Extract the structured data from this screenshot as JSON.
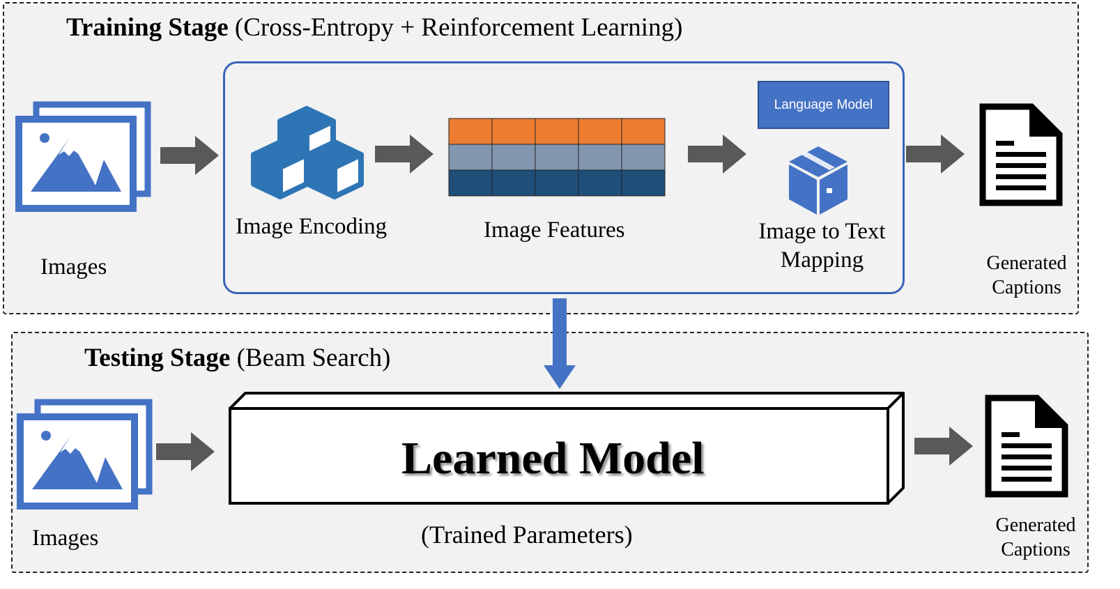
{
  "training": {
    "title_bold": "Training Stage",
    "title_rest": " (Cross-Entropy + Reinforcement Learning)",
    "images_label": "Images",
    "encoding_label": "Image Encoding",
    "features_label": "Image Features",
    "language_model_label": "Language Model",
    "mapping_label_line1": "Image to Text",
    "mapping_label_line2": "Mapping",
    "captions_line1": "Generated",
    "captions_line2": "Captions"
  },
  "testing": {
    "title_bold": "Testing Stage",
    "title_rest": " (Beam Search)",
    "images_label": "Images",
    "model_title": "Learned Model",
    "model_subtitle": "(Trained Parameters)",
    "captions_line1": "Generated",
    "captions_line2": "Captions"
  },
  "colors": {
    "icon_blue": "#4472c4",
    "cube_blue": "#2e75b6",
    "arrow_gray": "#595959",
    "feature_orange": "#ed7d31",
    "feature_slate": "#8497b0",
    "feature_navy": "#1f4e79"
  },
  "icons": [
    "images-icon",
    "cubes-icon",
    "package-icon",
    "document-icon"
  ]
}
